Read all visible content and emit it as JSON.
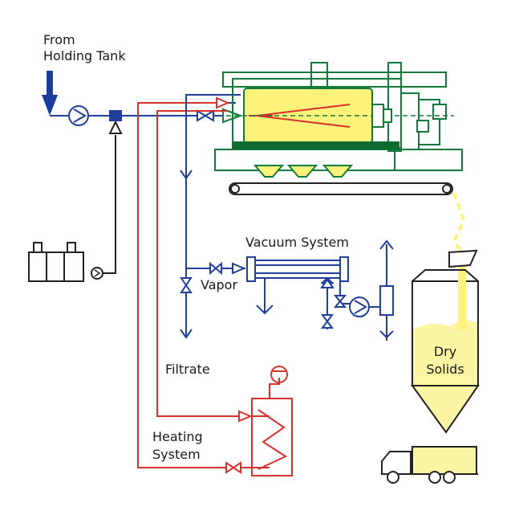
{
  "labels": {
    "from_line1": "From",
    "from_line2": "Holding Tank",
    "vacuum_system": "Vacuum System",
    "vapor": "Vapor",
    "filtrate": "Filtrate",
    "heating_line1": "Heating",
    "heating_line2": "System",
    "dry_line1": "Dry",
    "dry_line2": "Solids"
  },
  "colors": {
    "blue": "#1f3f9a",
    "arrow_blue": "#1a3c9c",
    "red": "#d6312b",
    "green": "#127a3a",
    "yellow": "#fff27a",
    "silo_fill": "#fbf5a4",
    "truck_fill": "#fbf5a4",
    "black": "#222222",
    "dark_green": "#0f6b2f"
  }
}
